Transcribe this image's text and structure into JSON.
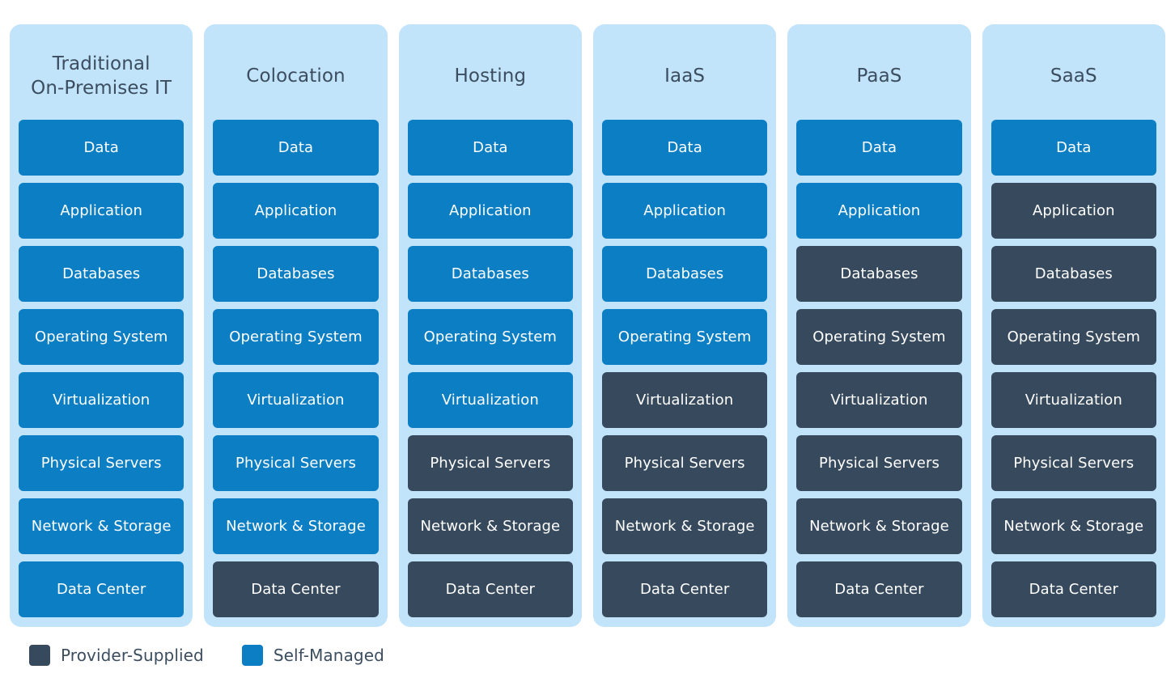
{
  "diagram": {
    "type": "responsibility-matrix",
    "colors": {
      "self_managed": "#0b7ec4",
      "provider_supplied": "#37495c",
      "column_background": "#c2e4fa",
      "text_dark": "#3b4d5e",
      "page_background": "#ffffff"
    },
    "layers": [
      "Data",
      "Application",
      "Databases",
      "Operating System",
      "Virtualization",
      "Physical Servers",
      "Network & Storage",
      "Data Center"
    ],
    "columns": [
      {
        "title": "Traditional\nOn-Premises IT",
        "cells": [
          {
            "label": "Data",
            "owner": "self"
          },
          {
            "label": "Application",
            "owner": "self"
          },
          {
            "label": "Databases",
            "owner": "self"
          },
          {
            "label": "Operating System",
            "owner": "self"
          },
          {
            "label": "Virtualization",
            "owner": "self"
          },
          {
            "label": "Physical Servers",
            "owner": "self"
          },
          {
            "label": "Network & Storage",
            "owner": "self"
          },
          {
            "label": "Data Center",
            "owner": "self"
          }
        ]
      },
      {
        "title": "Colocation",
        "cells": [
          {
            "label": "Data",
            "owner": "self"
          },
          {
            "label": "Application",
            "owner": "self"
          },
          {
            "label": "Databases",
            "owner": "self"
          },
          {
            "label": "Operating System",
            "owner": "self"
          },
          {
            "label": "Virtualization",
            "owner": "self"
          },
          {
            "label": "Physical Servers",
            "owner": "self"
          },
          {
            "label": "Network & Storage",
            "owner": "self"
          },
          {
            "label": "Data Center",
            "owner": "provider"
          }
        ]
      },
      {
        "title": "Hosting",
        "cells": [
          {
            "label": "Data",
            "owner": "self"
          },
          {
            "label": "Application",
            "owner": "self"
          },
          {
            "label": "Databases",
            "owner": "self"
          },
          {
            "label": "Operating System",
            "owner": "self"
          },
          {
            "label": "Virtualization",
            "owner": "self"
          },
          {
            "label": "Physical Servers",
            "owner": "provider"
          },
          {
            "label": "Network & Storage",
            "owner": "provider"
          },
          {
            "label": "Data Center",
            "owner": "provider"
          }
        ]
      },
      {
        "title": "IaaS",
        "cells": [
          {
            "label": "Data",
            "owner": "self"
          },
          {
            "label": "Application",
            "owner": "self"
          },
          {
            "label": "Databases",
            "owner": "self"
          },
          {
            "label": "Operating System",
            "owner": "self"
          },
          {
            "label": "Virtualization",
            "owner": "provider"
          },
          {
            "label": "Physical Servers",
            "owner": "provider"
          },
          {
            "label": "Network & Storage",
            "owner": "provider"
          },
          {
            "label": "Data Center",
            "owner": "provider"
          }
        ]
      },
      {
        "title": "PaaS",
        "cells": [
          {
            "label": "Data",
            "owner": "self"
          },
          {
            "label": "Application",
            "owner": "self"
          },
          {
            "label": "Databases",
            "owner": "provider"
          },
          {
            "label": "Operating System",
            "owner": "provider"
          },
          {
            "label": "Virtualization",
            "owner": "provider"
          },
          {
            "label": "Physical Servers",
            "owner": "provider"
          },
          {
            "label": "Network & Storage",
            "owner": "provider"
          },
          {
            "label": "Data Center",
            "owner": "provider"
          }
        ]
      },
      {
        "title": "SaaS",
        "cells": [
          {
            "label": "Data",
            "owner": "self"
          },
          {
            "label": "Application",
            "owner": "provider"
          },
          {
            "label": "Databases",
            "owner": "provider"
          },
          {
            "label": "Operating System",
            "owner": "provider"
          },
          {
            "label": "Virtualization",
            "owner": "provider"
          },
          {
            "label": "Physical Servers",
            "owner": "provider"
          },
          {
            "label": "Network & Storage",
            "owner": "provider"
          },
          {
            "label": "Data Center",
            "owner": "provider"
          }
        ]
      }
    ],
    "legend": [
      {
        "label": "Provider-Supplied",
        "owner": "provider",
        "color": "#37495c"
      },
      {
        "label": "Self-Managed",
        "owner": "self",
        "color": "#0b7ec4"
      }
    ]
  }
}
